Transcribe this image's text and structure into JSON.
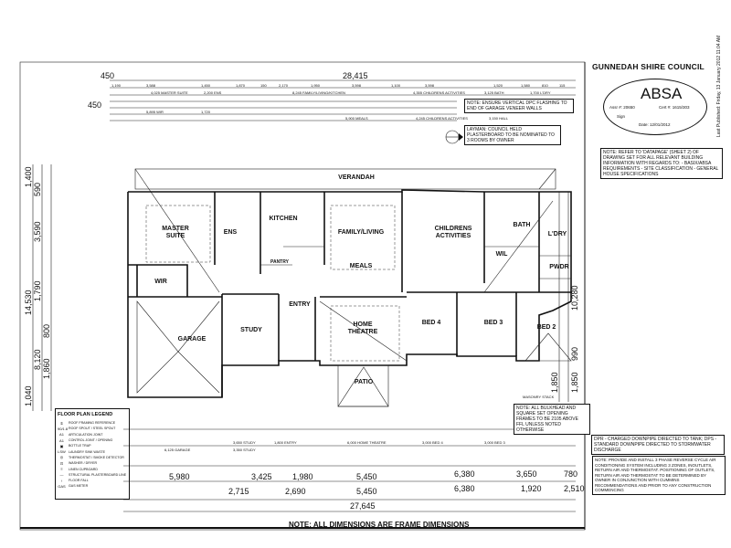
{
  "title_block": {
    "council": "GUNNEDAH SHIRE COUNCIL",
    "stamp": {
      "logo": "ABSA",
      "assessor": "Assr #: 20650",
      "cert": "Cert #: 1615/303",
      "sign": "Sign",
      "date": "Date: 12/01/2012"
    },
    "published": "Last Published: Friday, 13 January 2012 11:04 AM"
  },
  "notes": {
    "datapage": "NOTE: REFER TO 'DATAPAGE' (SHEET 2) OF DRAWING SET FOR ALL RELEVANT BUILDING INFORMATION WITH REGARDS TO: - BASIX/ABSA REQUIREMENTS - SITE CLASSIFICATION - GENERAL HOUSE SPECIFICATIONS",
    "dpc": "NOTE: ENSURE VERTICAL DPC FLASHING TO END OF GARAGE VENEER WALLS",
    "plasterboard": "LAYMAN: COUNCIL HELD PLASTERBOARD TO BE NOMINATED TO 3 ROOMS BY OWNER",
    "bulkhead": "NOTE: ALL BULKHEAD AND SQUARE SET OPENING FRAMES TO BE 2105 ABOVE FFL UNLESS NOTED OTHERWISE",
    "downpipe": "DPR - CHARGED DOWNPIPE DIRECTED TO TANK; DPS - STANDARD DOWNPIPE DIRECTED TO STORMWATER DISCHARGE",
    "aircon": "NOTE: PROVIDE AND INSTALL 3 PHASE REVERSE CYCLE AIR CONDITIONING SYSTEM INCLUDING 3 ZONES, INOUTLETS, RETURN AIR AND THERMOSTAT. POSITIONING OF OUTLETS, RETURN AIR AND THERMOSTAT TO BE DETERMINED BY OWNER IN CONJUNCTION WITH CUMMINS RECOMMENDATIONS AND PRIOR TO ANY CONSTRUCTION COMMENCING",
    "footer": "NOTE: ALL DIMENSIONS ARE FRAME DIMENSIONS",
    "masonry": "MASONRY STACK"
  },
  "rooms": {
    "verandah": "VERANDAH",
    "master": "MASTER",
    "suite": "SUITE",
    "ens": "ENS",
    "kitchen": "KITCHEN",
    "family": "FAMILY/LIVING",
    "meals": "MEALS",
    "childrens": "CHILDRENS",
    "activities": "ACTIVITIES",
    "bath": "BATH",
    "ldry": "L'DRY",
    "wil": "WIL",
    "pwdr": "PWDR",
    "wir": "WIR",
    "pantry": "PANTRY",
    "garage": "GARAGE",
    "study": "STUDY",
    "entry": "ENTRY",
    "home": "HOME",
    "theatre": "THEATRE",
    "bed4": "BED 4",
    "bed3": "BED 3",
    "bed2": "BED 2",
    "patio": "PATIO"
  },
  "dimensions": {
    "top_overall": "28,415",
    "top_offset": "450",
    "left_offset": "450",
    "top_row": [
      "1,190",
      "3,588",
      "1,450",
      "1,870",
      "150",
      "2,170",
      "1,950",
      "3,598",
      "1,100",
      "3,598",
      "1,520",
      "1,580",
      "810",
      "115"
    ],
    "top_rooms_1": [
      "4,025 MASTER SUITE",
      "2,200 ENS",
      "8,245 FAMILY/LIVING/KITCHEN",
      "4,355 CHILDRENS ACTIVITIES",
      "3,125 BATH",
      "1,700 L'DRY"
    ],
    "top_rooms_2": [
      "5,895 WIR",
      "1,720",
      "5,900 MEALS",
      "4,245 CHILDRENS ACTIVITIES",
      "3,150 HALL"
    ],
    "left": [
      "14,530",
      "8,120",
      "3,590",
      "1,790",
      "1,400",
      "590",
      "1,040",
      "1,860",
      "800"
    ],
    "right": [
      "10,280",
      "1,850",
      "1,850",
      "990"
    ],
    "bottom_rooms": [
      "3,650 STUDY",
      "1,800 ENTRY",
      "6,000 HOME THEATRE",
      "3,000 BED 4",
      "3,000 BED 3",
      "6,125 GARAGE",
      "3,350 STUDY"
    ],
    "bottom_1": [
      "5,980",
      "3,425",
      "1,980",
      "5,450",
      "6,380",
      "3,650",
      "780"
    ],
    "bottom_2": [
      "2,715",
      "2,690",
      "5,450",
      "6,380",
      "1,920",
      "2,510"
    ],
    "bottom_overall": "27,645"
  },
  "legend": {
    "title": "FLOOR PLAN LEGEND",
    "items": [
      {
        "sym": "①",
        "label": "ROOF FRAMING REFERENCE"
      },
      {
        "sym": "90/1.8",
        "label": "ROOF SPOUT / STEEL SPOUT"
      },
      {
        "sym": "A1",
        "label": "ARTICULATION JOINT"
      },
      {
        "sym": "A1",
        "label": "CONTROL JOINT / OPENING"
      },
      {
        "sym": "▣",
        "label": "BOTTLE TRAP"
      },
      {
        "sym": "LSW",
        "label": "LAUNDRY SINK WASTE"
      },
      {
        "sym": "◎",
        "label": "THERMOSTAT / SMOKE DETECTOR"
      },
      {
        "sym": "⊡",
        "label": "WASHER / DRYER"
      },
      {
        "sym": "≡",
        "label": "LINEN CUPBOARD"
      },
      {
        "sym": "—",
        "label": "STRUCTURAL PLASTERBOARD LINE"
      },
      {
        "sym": "↑",
        "label": "FLOOR FALL"
      },
      {
        "sym": "GAS",
        "label": "GAS METER"
      }
    ]
  }
}
